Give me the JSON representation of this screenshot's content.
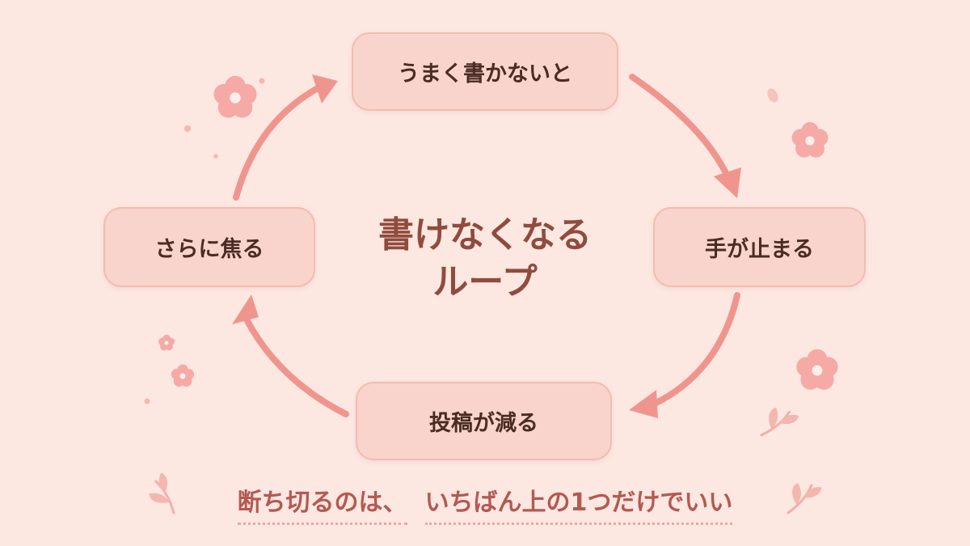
{
  "center_title": {
    "line1": "書けなくなる",
    "line2": "ループ"
  },
  "cycle_nodes": {
    "top": "うまく書かないと",
    "right": "手が止まる",
    "bottom": "投稿が減る",
    "left": "さらに焦る"
  },
  "footer": {
    "part1": "断ち切るのは、",
    "part2": "いちばん上の1つだけでいい"
  },
  "colors": {
    "background": "#fce7e1",
    "node_fill": "#f9d4cc",
    "node_border": "#f2bcb1",
    "arrow": "#f0958e",
    "title_text": "#8f4c3e",
    "footer_text": "#b25a53"
  }
}
